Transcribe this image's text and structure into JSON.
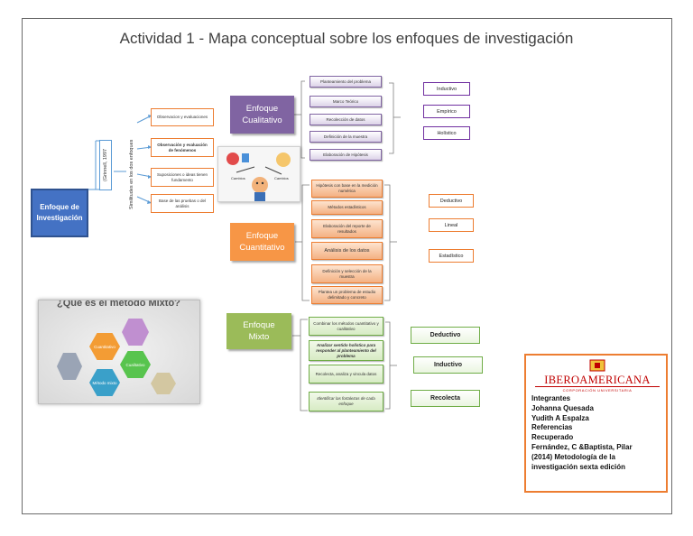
{
  "title": "Actividad 1 - Mapa conceptual sobre los enfoques de investigación",
  "main_node": {
    "line1": "Enfoque de",
    "line2": "Investigación"
  },
  "author_label": "(Grinnell, 1997",
  "similarities_label": "Similitudes en los dos enfoques",
  "similarities": [
    "Observacion y evaluaciones",
    "Observación y evaluación de fenómenos",
    "Suposiciones o ideas tienen fundamento",
    "Base de las pruebas o del análisis"
  ],
  "cualitativo": {
    "heading_line1": "Enfoque",
    "heading_line2": "Cualitativo",
    "steps": [
      "Planteamiento del problema",
      "Marco Teórico",
      "Recolección de datos",
      "Definición de la muestra",
      "Elaboración de Hipótesis"
    ],
    "results": [
      "Inductivo",
      "Empírico",
      "Holístico"
    ]
  },
  "cuantitativo": {
    "heading_line1": "Enfoque",
    "heading_line2": "Cuantitativo",
    "steps": [
      "Hipótesis con base en la medición numérica",
      "Métodos estadísticos",
      "Elaboración del reporte de resultados",
      "Análisis de los datos",
      "Definición y selección de la muestra",
      "Plantea un problema de estudio delimitado y concreto"
    ],
    "results": [
      "Deductivo",
      "Lineal",
      "Estadístico"
    ]
  },
  "mixto": {
    "heading_line1": "Enfoque",
    "heading_line2": "Mixto",
    "steps": [
      "Combinar los métodos cuantitativo y cualitativo",
      "Analizar sentido holístico para responder al planteamiento del problema",
      "Recolecta, analiza y vincula datos",
      "Identificar las fortalezas de cada enfoque"
    ],
    "results": [
      "Deductivo",
      "Inductivo",
      "Recolecta"
    ]
  },
  "clipart_labels": {
    "left": "Cambios",
    "right": "Cambios"
  },
  "mixto_image": {
    "title": "¿Que es el metodo Mixto?",
    "hex_labels": [
      "Cuantitativo",
      "Cualitativo",
      "Método mixto"
    ]
  },
  "ibero": {
    "logo_text": "IBEROAMERICANA",
    "logo_subtext": "CORPORACIÓN UNIVERSITARIA",
    "lines": [
      "Integrantes",
      "Johanna Quesada",
      "Yudith A Espalza",
      "Referencias",
      "Recuperado",
      "Fernández, C &Baptista, Pilar",
      "(2014) Metodología de la",
      "investigación sexta edición"
    ]
  },
  "colors": {
    "main": "#4472c4",
    "cualitativo": "#8064a2",
    "cuantitativo": "#f79646",
    "mixto": "#9bbb59",
    "orange_border": "#ed7d31",
    "purple_border": "#7030a0",
    "green_border": "#70ad47"
  }
}
